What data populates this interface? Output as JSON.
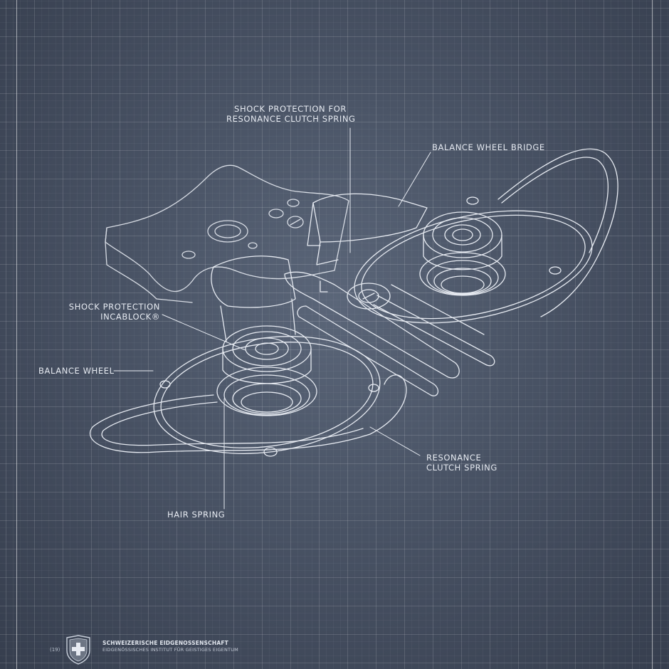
{
  "labels": {
    "shock_protection_clutch_line1": "SHOCK PROTECTION FOR",
    "shock_protection_clutch_line2": "RESONANCE CLUTCH SPRING",
    "balance_wheel_bridge": "BALANCE WHEEL BRIDGE",
    "shock_protection_incablock_line1": "SHOCK PROTECTION",
    "shock_protection_incablock_line2": "INCABLOCK®",
    "balance_wheel": "BALANCE WHEEL",
    "resonance_clutch_line1": "RESONANCE",
    "resonance_clutch_line2": "CLUTCH SPRING",
    "hair_spring": "HAIR SPRING"
  },
  "footer": {
    "number": "(19)",
    "org": "SCHWEIZERISCHE EIDGENOSSENSCHAFT",
    "institute": "EIDGENÖSSISCHES INSTITUT FÜR GEISTIGES EIGENTUM"
  },
  "colors": {
    "background": "#4a5466",
    "line": "#e6eaf1",
    "grid": "#ffffff"
  },
  "icons": [
    "swiss-cross-shield-icon"
  ]
}
